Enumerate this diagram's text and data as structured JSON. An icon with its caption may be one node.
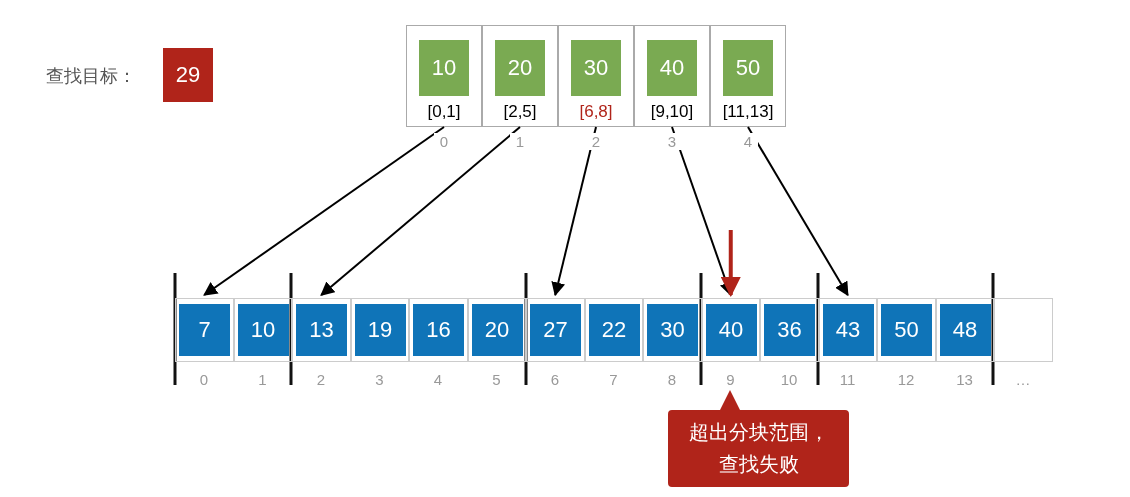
{
  "diagram": {
    "nodes": [
      {
        "text": [
          "29"
        ],
        "beside": [
          "查找目标："
        ]
      },
      {
        "text": [
          "10",
          "[0,1]"
        ],
        "beside": [
          "0"
        ]
      },
      {
        "text": [
          "20",
          "[2,5]"
        ],
        "beside": [
          "1"
        ]
      },
      {
        "text": [
          "30",
          "[6,8]"
        ],
        "beside": [
          "2"
        ]
      },
      {
        "text": [
          "40",
          "[9,10]"
        ],
        "beside": [
          "3"
        ]
      },
      {
        "text": [
          "50",
          "[11,13]"
        ],
        "beside": [
          "4"
        ]
      },
      {
        "text": [
          "7"
        ],
        "beside": [
          "0"
        ]
      },
      {
        "text": [
          "10"
        ],
        "beside": [
          "1"
        ]
      },
      {
        "text": [
          "13"
        ],
        "beside": [
          "2"
        ]
      },
      {
        "text": [
          "19"
        ],
        "beside": [
          "3"
        ]
      },
      {
        "text": [
          "16"
        ],
        "beside": [
          "4"
        ]
      },
      {
        "text": [
          "20"
        ],
        "beside": [
          "5"
        ]
      },
      {
        "text": [
          "27"
        ],
        "beside": [
          "6"
        ]
      },
      {
        "text": [
          "22"
        ],
        "beside": [
          "7"
        ]
      },
      {
        "text": [
          "30"
        ],
        "beside": [
          "8"
        ]
      },
      {
        "text": [
          "40"
        ],
        "beside": [
          "9"
        ]
      },
      {
        "text": [
          "36"
        ],
        "beside": [
          "10"
        ]
      },
      {
        "text": [
          "43"
        ],
        "beside": [
          "11"
        ]
      },
      {
        "text": [
          "50"
        ],
        "beside": [
          "12"
        ]
      },
      {
        "text": [
          "48"
        ],
        "beside": [
          "13"
        ]
      },
      {
        "text": [],
        "shape": "box",
        "beside": [
          "…"
        ]
      },
      {
        "text": [
          "超出分块范围，查找失败"
        ]
      }
    ],
    "edges": [
      {
        "from": 1,
        "to": 6,
        "arrow": "to"
      },
      {
        "from": 2,
        "to": 8,
        "arrow": "to"
      },
      {
        "from": 3,
        "to": 12,
        "arrow": "to"
      },
      {
        "from": 4,
        "to": 15,
        "arrow": "to"
      },
      {
        "from": 5,
        "to": 17,
        "arrow": "to"
      },
      {
        "from": null,
        "to": 15,
        "arrow": "to",
        "style": "thick",
        "color": "#b0241a"
      }
    ]
  }
}
